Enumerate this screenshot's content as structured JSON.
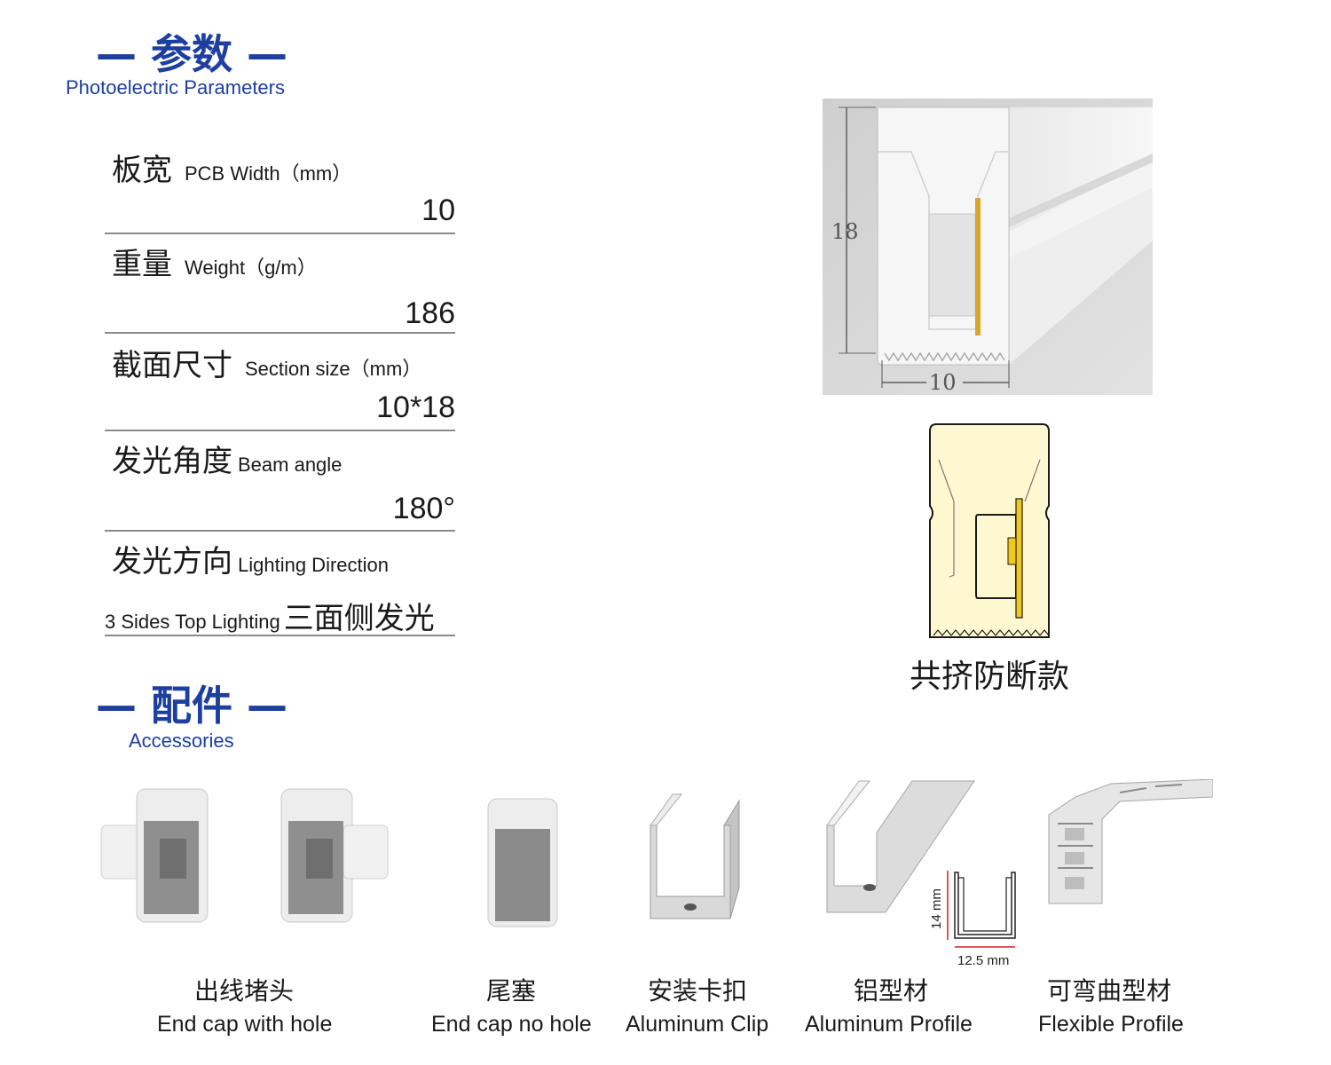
{
  "params_section": {
    "title": "— 参数 —",
    "subtitle": "Photoelectric Parameters"
  },
  "params": [
    {
      "zh": "板宽",
      "en": "PCB Width（mm）",
      "value": "10"
    },
    {
      "zh": "重量",
      "en": "Weight（g/m）",
      "value": "186"
    },
    {
      "zh": "截面尺寸",
      "en": "Section size（mm）",
      "value": "10*18"
    },
    {
      "zh": "发光角度",
      "en": "Beam angle",
      "value": "180°"
    },
    {
      "zh": "发光方向",
      "en": "Lighting Direction",
      "value_en": "3 Sides Top Lighting",
      "value_zh": "三面侧发光"
    }
  ],
  "product_figure": {
    "height_label": "18",
    "width_label": "10"
  },
  "section_caption": "共挤防断款",
  "accessories_section": {
    "title": "— 配件 —",
    "subtitle": "Accessories"
  },
  "profile_dims": {
    "height": "14 mm",
    "width": "12.5 mm"
  },
  "accessories": [
    {
      "zh": "出线堵头",
      "en": "End cap with hole"
    },
    {
      "zh": "尾塞",
      "en": "End cap no hole"
    },
    {
      "zh": "安装卡扣",
      "en": "Aluminum Clip"
    },
    {
      "zh": "铝型材",
      "en": "Aluminum Profile"
    },
    {
      "zh": "可弯曲型材",
      "en": "Flexible Profile"
    }
  ],
  "colors": {
    "brand_blue": "#1d3fa0",
    "glow_yellow": "#fdf8cf",
    "pcb_gold": "#e0b428"
  }
}
